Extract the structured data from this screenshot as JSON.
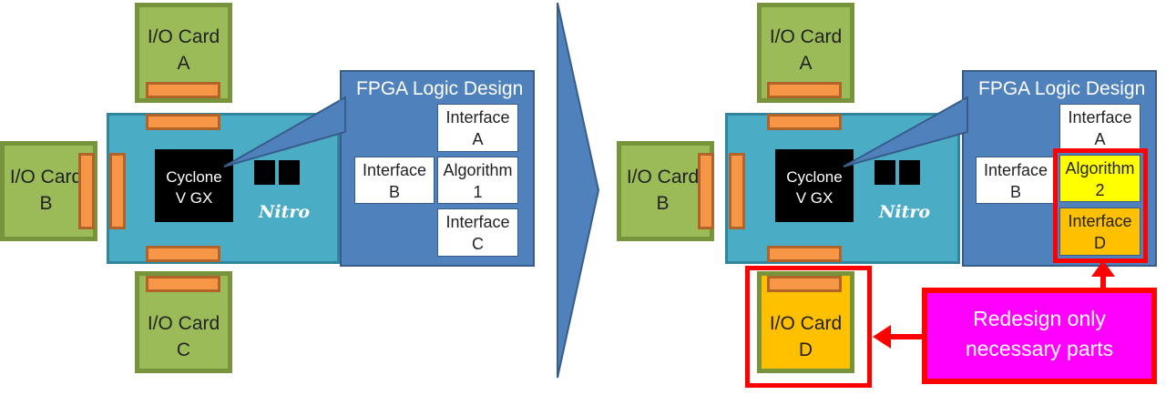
{
  "left": {
    "cards": {
      "a": {
        "line1": "I/O Card",
        "line2": "A"
      },
      "b": {
        "line1": "I/O Card",
        "line2": "B"
      },
      "c": {
        "line1": "I/O Card",
        "line2": "C"
      }
    },
    "chip": {
      "line1": "Cyclone",
      "line2": "V GX"
    },
    "brand": "Nitro",
    "fpga": {
      "title": "FPGA Logic Design",
      "blocks": {
        "interface_a": {
          "line1": "Interface",
          "line2": "A"
        },
        "interface_b": {
          "line1": "Interface",
          "line2": "B"
        },
        "algorithm": {
          "line1": "Algorithm",
          "line2": "1"
        },
        "interface_c": {
          "line1": "Interface",
          "line2": "C"
        }
      }
    }
  },
  "right": {
    "cards": {
      "a": {
        "line1": "I/O Card",
        "line2": "A"
      },
      "b": {
        "line1": "I/O Card",
        "line2": "B"
      },
      "d": {
        "line1": "I/O Card",
        "line2": "D"
      }
    },
    "chip": {
      "line1": "Cyclone",
      "line2": "V GX"
    },
    "brand": "Nitro",
    "fpga": {
      "title": "FPGA Logic Design",
      "blocks": {
        "interface_a": {
          "line1": "Interface",
          "line2": "A"
        },
        "interface_b": {
          "line1": "Interface",
          "line2": "B"
        },
        "algorithm": {
          "line1": "Algorithm",
          "line2": "2"
        },
        "interface_d": {
          "line1": "Interface",
          "line2": "D"
        }
      }
    },
    "callout": {
      "line1": "Redesign only",
      "line2": "necessary parts"
    }
  },
  "colors": {
    "card_green": "#9bbb59",
    "card_border": "#77933c",
    "connector": "#f79646",
    "board": "#4bacc6",
    "fpga_panel": "#4f81bd",
    "arrow": "#4f81bd",
    "highlight": "#ff0000",
    "callout": "#ff00ff",
    "changed_yellow": "#ffff00",
    "changed_orange": "#ffc000"
  }
}
